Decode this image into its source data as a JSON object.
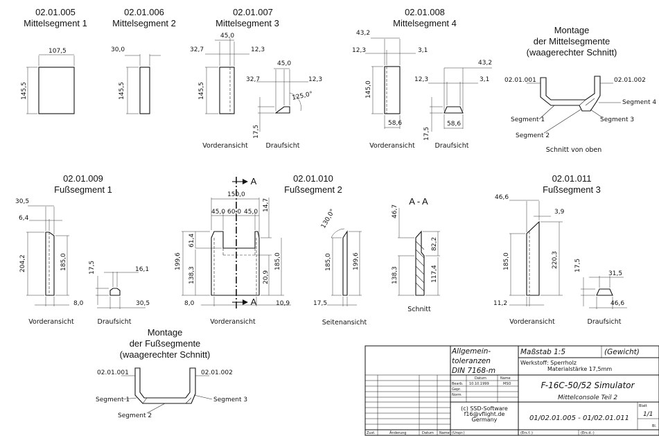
{
  "parts": {
    "p1": {
      "number": "02.01.005",
      "name": "Mittelsegment 1"
    },
    "p2": {
      "number": "02.01.006",
      "name": "Mittelsegment 2"
    },
    "p3": {
      "number": "02.01.007",
      "name": "Mittelsegment 3"
    },
    "p4": {
      "number": "02.01.008",
      "name": "Mittelsegment 4"
    },
    "p5": {
      "number": "02.01.009",
      "name": "Fußsegment 1"
    },
    "p6": {
      "number": "02.01.010",
      "name": "Fußsegment 2"
    },
    "p7": {
      "number": "02.01.011",
      "name": "Fußsegment 3"
    }
  },
  "assembly_top": {
    "line1": "Montage",
    "line2": "der Mittelsegmente",
    "line3": "(waagerechter Schnitt)",
    "left_ref": "02.01.001",
    "right_ref": "02.01.002",
    "seg1": "Segment 1",
    "seg2": "Segment 2",
    "seg3": "Segment 3",
    "seg4": "Segment 4",
    "caption": "Schnitt von oben"
  },
  "assembly_bottom": {
    "line1": "Montage",
    "line2": "der Fußsegmente",
    "line3": "(waagerechter Schnitt)",
    "left_ref": "02.01.001",
    "right_ref": "02.01.002",
    "seg1": "Segment 1",
    "seg2": "Segment 2",
    "seg3": "Segment 3"
  },
  "views": {
    "front": "Vorderansicht",
    "top": "Draufsicht",
    "side": "Seitenansicht",
    "section": "Schnitt",
    "section_title": "A - A",
    "cut_marker": "A"
  },
  "dims": {
    "p1": {
      "w": "107,5",
      "h": "145,5"
    },
    "p2": {
      "w": "30,0",
      "h": "145,5"
    },
    "p3": {
      "top": "45,0",
      "left": "32,7",
      "right": "12,3",
      "h": "145,5",
      "t_top": "45,0",
      "t_left": "32,7",
      "t_right": "12,3",
      "angle": "125,0°",
      "t_h": "17,5"
    },
    "p4": {
      "top": "43,2",
      "left": "12,3",
      "right": "3,1",
      "h": "145,0",
      "bottom": "58,6",
      "t_right_top": "43,2",
      "t_left": "12,3",
      "t_right": "3,1",
      "t_bottom": "58,6",
      "t_h": "17,5"
    },
    "p5": {
      "top": "30,5",
      "top2": "6,4",
      "left_h": "204,2",
      "right_h": "185,0",
      "bottom": "8,0",
      "t_h": "17,5",
      "t_top": "16,1",
      "t_bottom": "30,5"
    },
    "p6": {
      "total": "150,0",
      "a": "45,0",
      "b": "60,0",
      "c": "45,0",
      "d": "14,7",
      "h1": "61,4",
      "h2": "199,6",
      "h3": "138,3",
      "h4": "185,0",
      "h5": "20,9",
      "bl": "8,0",
      "br": "10,9",
      "angle": "130,0°",
      "s_h1": "185,0",
      "s_h2": "199,6",
      "s_b": "17,5",
      "x_top": "46,7",
      "x_a": "82,2",
      "x_b": "138,3",
      "x_c": "117,4"
    },
    "p7": {
      "top": "46,6",
      "top2": "3,9",
      "h1": "185,0",
      "h2": "220,3",
      "bottom": "11,2",
      "t_h": "17,5",
      "t_top": "31,5",
      "t_bottom": "46,6"
    }
  },
  "titleblock": {
    "tol1": "Allgemein-",
    "tol2": "toleranzen",
    "tol3": "DIN 7168-m",
    "scale": "Maßstab 1:5",
    "weight": "(Gewicht)",
    "material_label": "Werkstoff: Sperrholz",
    "material_detail": "Materialstärke 17,5mm",
    "col_datum": "Datum",
    "col_name": "Name",
    "bearb": "Bearb.",
    "gepr": "Gepr.",
    "norm": "Norm",
    "bearb_date": "10.10.1999",
    "bearb_name": "MSO",
    "title": "F-16C-50/52 Simulator",
    "subtitle": "Mittelconsole Teil 2",
    "company1": "(c) SSD-Software",
    "company2": "f16@vflight.de",
    "company3": "Germany",
    "drawing_no": "01/02.01.005 - 01/02.01.011",
    "blatt": "Blatt",
    "sheet": "1/1",
    "bl": "Bl.",
    "zust": "Zust.",
    "aenderung": "Änderung",
    "datum": "Datum",
    "name": "Name",
    "urspr": "(Urspr.)",
    "ers_f": "(Ers.f.:)",
    "ers_d": "(Ers.d.:)"
  }
}
